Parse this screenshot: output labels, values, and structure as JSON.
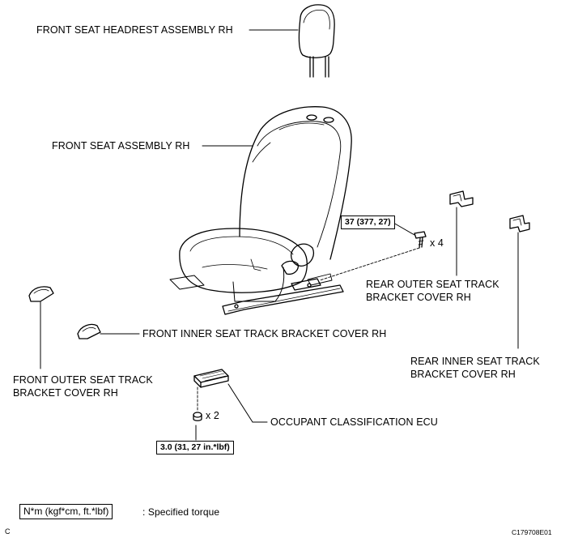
{
  "parts": {
    "headrest": "FRONT SEAT HEADREST ASSEMBLY RH",
    "seat_assembly": "FRONT SEAT ASSEMBLY RH",
    "rear_outer_cover": [
      "REAR OUTER SEAT TRACK",
      "BRACKET COVER RH"
    ],
    "rear_inner_cover": [
      "REAR INNER SEAT TRACK",
      "BRACKET COVER RH"
    ],
    "front_inner_cover": "FRONT INNER SEAT TRACK BRACKET COVER RH",
    "front_outer_cover": [
      "FRONT OUTER SEAT TRACK",
      "BRACKET COVER RH"
    ],
    "ecu": "OCCUPANT CLASSIFICATION ECU"
  },
  "fasteners": {
    "bolt_torque": "37 (377, 27)",
    "bolt_qty": "x 4",
    "nut_torque": "3.0 (31, 27 in.*lbf)",
    "nut_qty": "x 2"
  },
  "legend": {
    "unit_box": "N*m (kgf*cm, ft.*lbf)",
    "unit_desc": ": Specified torque"
  },
  "footer": {
    "corner_letter": "C",
    "figure_id": "C179708E01"
  }
}
